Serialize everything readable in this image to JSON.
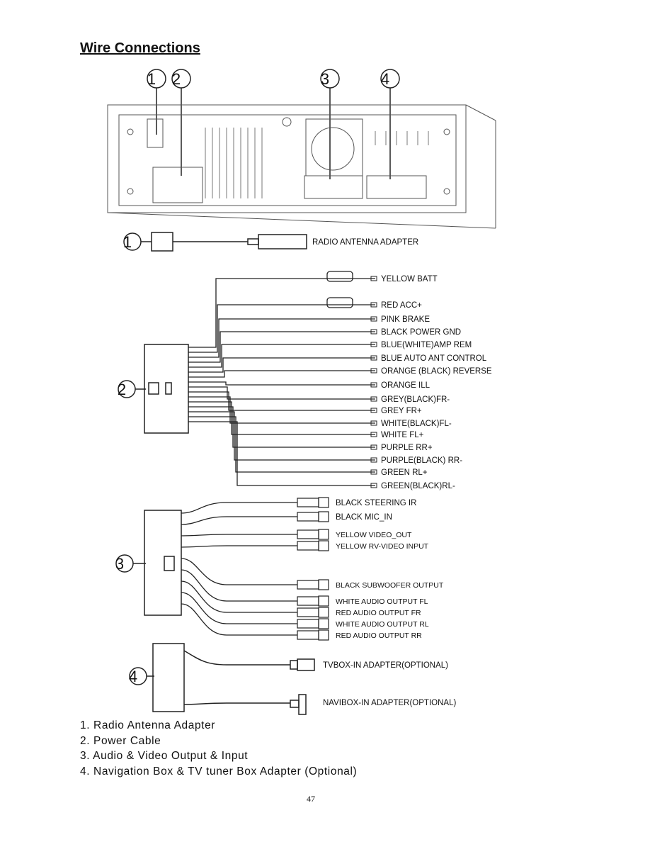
{
  "title": "Wire Connections",
  "callouts": [
    "1",
    "2",
    "3",
    "4"
  ],
  "antenna": {
    "label": "RADIO ANTENNA ADAPTER"
  },
  "power_cable": {
    "wires": [
      "YELLOW BATT",
      "RED ACC+",
      "PINK BRAKE",
      "BLACK POWER GND",
      "BLUE(WHITE)AMP REM",
      "BLUE AUTO ANT CONTROL",
      "ORANGE (BLACK) REVERSE",
      "ORANGE ILL",
      "GREY(BLACK)FR-",
      "GREY FR+",
      "WHITE(BLACK)FL-",
      "WHITE FL+",
      "PURPLE RR+",
      "PURPLE(BLACK) RR-",
      "GREEN RL+",
      "GREEN(BLACK)RL-"
    ]
  },
  "av_cable": {
    "wires": [
      "BLACK STEERING IR",
      "BLACK MIC_IN",
      "YELLOW VIDEO_OUT",
      "YELLOW RV-VIDEO INPUT",
      "BLACK SUBWOOFER OUTPUT",
      "WHITE AUDIO OUTPUT FL",
      "RED AUDIO OUTPUT FR",
      "WHITE AUDIO OUTPUT RL",
      "RED AUDIO OUTPUT RR"
    ]
  },
  "adapter_cable": {
    "wires": [
      "TVBOX-IN ADAPTER(OPTIONAL)",
      "NAVIBOX-IN ADAPTER(OPTIONAL)"
    ]
  },
  "notes": [
    "1. Radio Antenna Adapter",
    "2. Power Cable",
    "3. Audio & Video Output & Input",
    "4. Navigation Box & TV tuner Box Adapter (Optional)"
  ],
  "page_number": "47"
}
